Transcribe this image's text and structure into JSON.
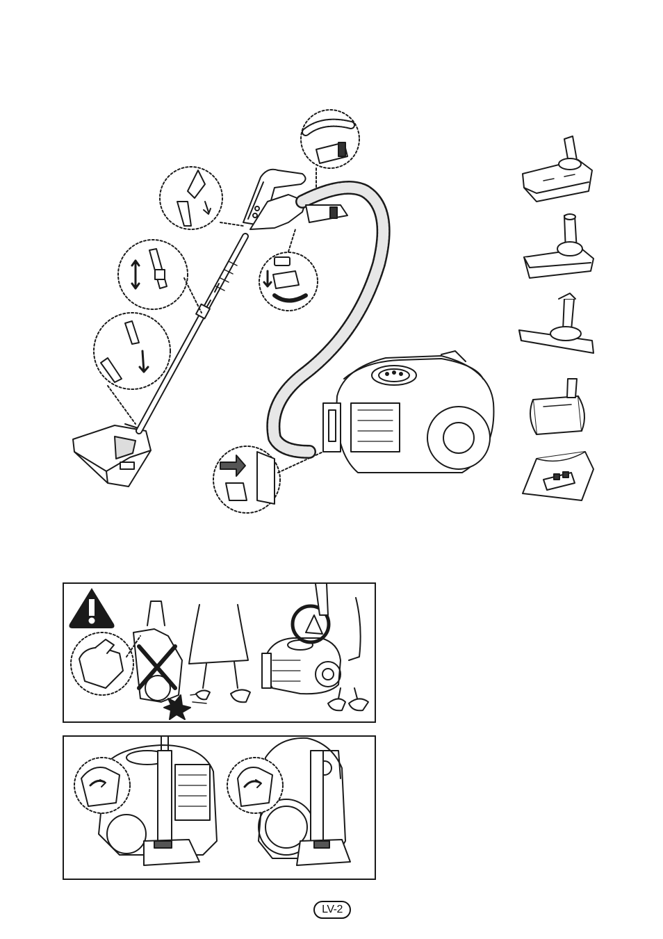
{
  "page": {
    "number": "LV-2"
  },
  "illustrations": {
    "main_assembly": "vacuum-cleaner-assembly",
    "accessories": [
      "floor-brush",
      "combination-brush",
      "parquet-brush",
      "turbo-brush",
      "mop-pad"
    ],
    "warning_panel": "carrying-warning",
    "storage_panel": "parking-storage"
  },
  "icons": {
    "warning": "warning-triangle-icon"
  }
}
